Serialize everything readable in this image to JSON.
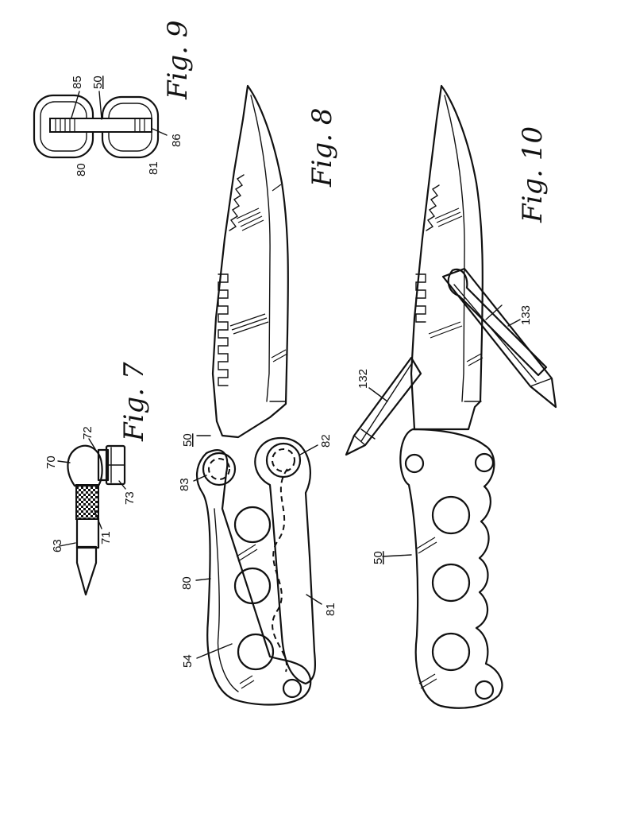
{
  "figures": {
    "fig7": {
      "title": "Fig. 7",
      "refs": {
        "r63": "63",
        "r70": "70",
        "r71": "71",
        "r72": "72",
        "r73": "73"
      }
    },
    "fig8": {
      "title": "Fig. 8",
      "refs": {
        "r50": "50",
        "r54": "54",
        "r80": "80",
        "r81": "81",
        "r82": "82",
        "r83": "83"
      }
    },
    "fig9": {
      "title": "Fig. 9",
      "refs": {
        "r50": "50",
        "r80": "80",
        "r81": "81",
        "r85": "85",
        "r86": "86"
      }
    },
    "fig10": {
      "title": "Fig. 10",
      "refs": {
        "r50": "50",
        "r132": "132",
        "r133": "133"
      }
    }
  }
}
